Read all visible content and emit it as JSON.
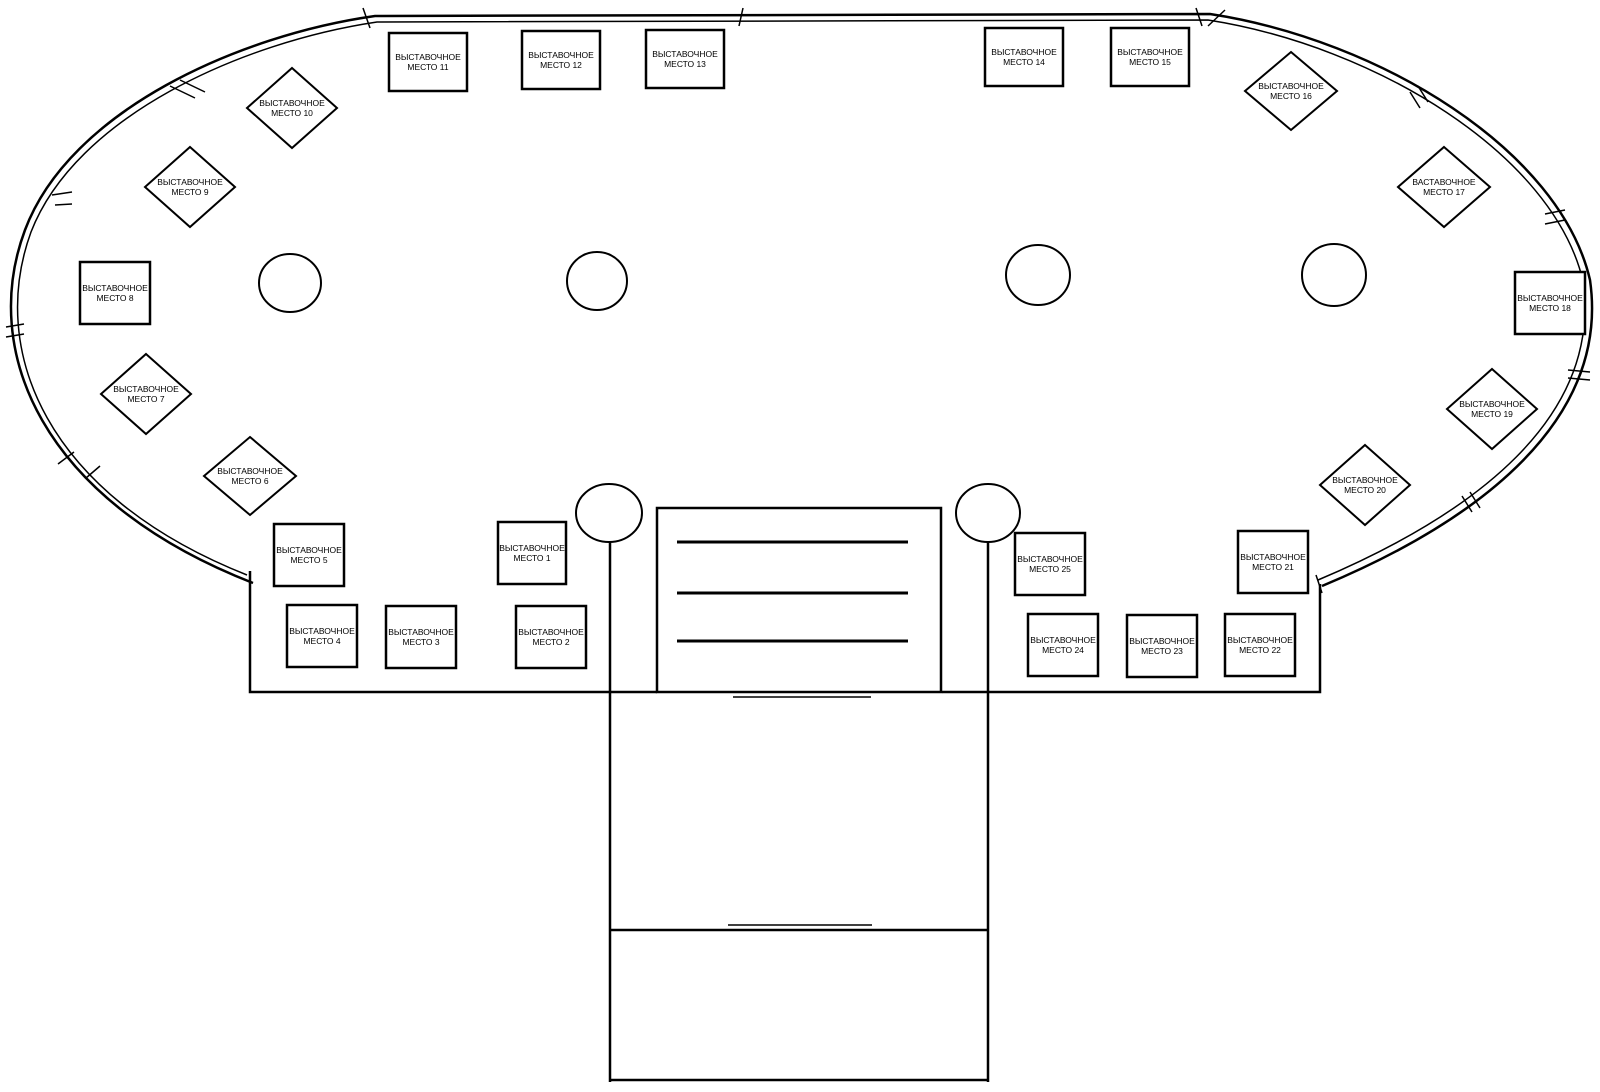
{
  "diagram": {
    "type": "exhibition-floor-plan",
    "line_color": "#000000",
    "background": "#ffffff"
  },
  "booths": [
    {
      "id": 1,
      "shape": "square",
      "line1": "ВЫСТАВОЧНОЕ",
      "line2": "МЕСТО 1"
    },
    {
      "id": 2,
      "shape": "square",
      "line1": "ВЫСТАВОЧНОЕ",
      "line2": "МЕСТО 2"
    },
    {
      "id": 3,
      "shape": "square",
      "line1": "ВЫСТАВОЧНОЕ",
      "line2": "МЕСТО 3"
    },
    {
      "id": 4,
      "shape": "square",
      "line1": "ВЫСТАВОЧНОЕ",
      "line2": "МЕСТО 4"
    },
    {
      "id": 5,
      "shape": "square",
      "line1": "ВЫСТАВОЧНОЕ",
      "line2": "МЕСТО 5"
    },
    {
      "id": 6,
      "shape": "diamond",
      "line1": "ВЫСТАВОЧНОЕ",
      "line2": "МЕСТО 6"
    },
    {
      "id": 7,
      "shape": "diamond",
      "line1": "ВЫСТАВОЧНОЕ",
      "line2": "МЕСТО 7"
    },
    {
      "id": 8,
      "shape": "square",
      "line1": "ВЫСТАВОЧНОЕ",
      "line2": "МЕСТО 8"
    },
    {
      "id": 9,
      "shape": "diamond",
      "line1": "ВЫСТАВОЧНОЕ",
      "line2": "МЕСТО 9"
    },
    {
      "id": 10,
      "shape": "diamond",
      "line1": "ВЫСТАВОЧНОЕ",
      "line2": "МЕСТО 10"
    },
    {
      "id": 11,
      "shape": "square",
      "line1": "ВЫСТАВОЧНОЕ",
      "line2": "МЕСТО 11"
    },
    {
      "id": 12,
      "shape": "square",
      "line1": "ВЫСТАВОЧНОЕ",
      "line2": "МЕСТО 12"
    },
    {
      "id": 13,
      "shape": "square",
      "line1": "ВЫСТАВОЧНОЕ",
      "line2": "МЕСТО 13"
    },
    {
      "id": 14,
      "shape": "square",
      "line1": "ВЫСТАВОЧНОЕ",
      "line2": "МЕСТО 14"
    },
    {
      "id": 15,
      "shape": "square",
      "line1": "ВЫСТАВОЧНОЕ",
      "line2": "МЕСТО 15"
    },
    {
      "id": 16,
      "shape": "diamond",
      "line1": "ВЫСТАВОЧНОЕ",
      "line2": "МЕСТО 16"
    },
    {
      "id": 17,
      "shape": "diamond",
      "line1": "ВАСТАВОЧНОЕ",
      "line2": "МЕСТО 17"
    },
    {
      "id": 18,
      "shape": "square",
      "line1": "ВЫСТАВОЧНОЕ",
      "line2": "МЕСТО 18"
    },
    {
      "id": 19,
      "shape": "diamond",
      "line1": "ВЫСТАВОЧНОЕ",
      "line2": "МЕСТО 19"
    },
    {
      "id": 20,
      "shape": "diamond",
      "line1": "ВЫСТАВОЧНОЕ",
      "line2": "МЕСТО 20"
    },
    {
      "id": 21,
      "shape": "square",
      "line1": "ВЫСТАВОЧНОЕ",
      "line2": "МЕСТО 21"
    },
    {
      "id": 22,
      "shape": "square",
      "line1": "ВЫСТАВОЧНОЕ",
      "line2": "МЕСТО 22"
    },
    {
      "id": 23,
      "shape": "square",
      "line1": "ВЫСТАВОЧНОЕ",
      "line2": "МЕСТО 23"
    },
    {
      "id": 24,
      "shape": "square",
      "line1": "ВЫСТАВОЧНОЕ",
      "line2": "МЕСТО 24"
    },
    {
      "id": 25,
      "shape": "square",
      "line1": "ВЫСТАВОЧНОЕ",
      "line2": "МЕСТО 25"
    }
  ]
}
